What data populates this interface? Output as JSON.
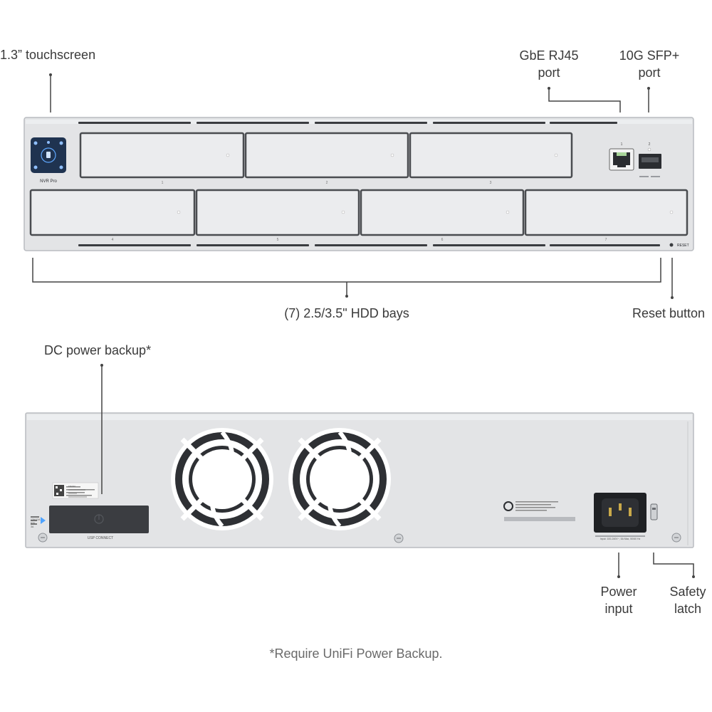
{
  "callouts": {
    "touchscreen": "1.3” touchscreen",
    "gbe_port": "GbE RJ45\nport",
    "sfp_port": "10G SFP+\nport",
    "hdd_bays": "(7) 2.5/3.5\" HDD bays",
    "reset": "Reset button",
    "dc_power": "DC power backup*",
    "power_input": "Power\ninput",
    "safety_latch": "Safety\nlatch"
  },
  "front_panel": {
    "model_label": "NVR Pro",
    "reset_label": "RESET",
    "top_bays": [
      "1",
      "2",
      "3"
    ],
    "bottom_bays": [
      "4",
      "5",
      "6",
      "7"
    ],
    "port_numbers": [
      "1",
      "2"
    ]
  },
  "rear_panel": {
    "usp_label": "USP CONNECT",
    "sticker_lines": [
      "FRANC",
      "XXXXXXXXXXXX",
      "XXXXXX",
      "XXXXXXXXXXXXX"
    ],
    "dc_lines": [
      "12V/12A",
      "52V",
      "3A"
    ],
    "power_rating": "Input: 100-240V~, 5A Max, 50/60 Hz"
  },
  "footnote": "*Require UniFi Power Backup.",
  "colors": {
    "chassis": "#e3e4e6",
    "chassis_edge": "#b9bcc0",
    "bay": "#ebecee",
    "bay_border": "#4a4c50",
    "screen": "#1f3350",
    "leader": "#444444"
  }
}
